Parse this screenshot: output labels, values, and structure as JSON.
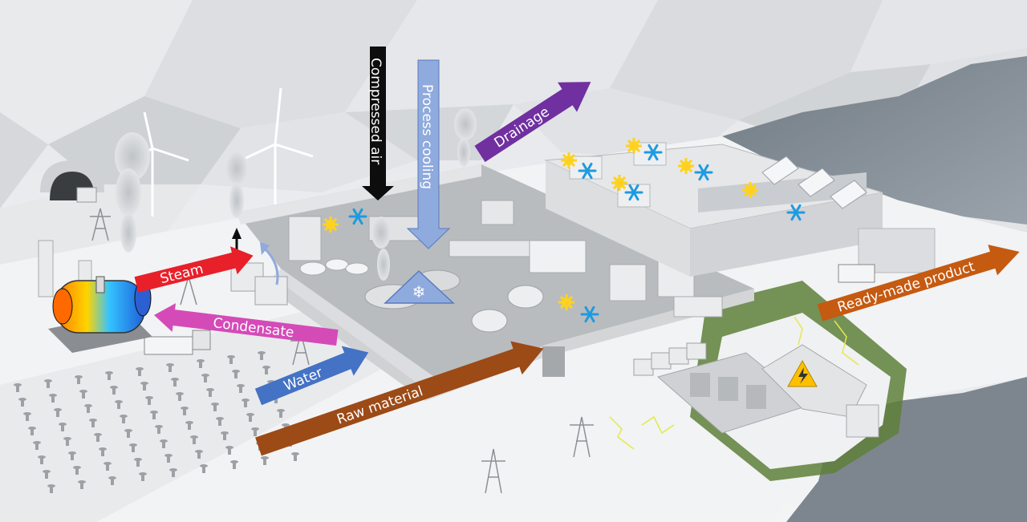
{
  "flows": {
    "steam": {
      "label": "Steam",
      "color": "#e8202a"
    },
    "condensate": {
      "label": "Condensate",
      "color": "#d44bb8"
    },
    "water": {
      "label": "Water",
      "color": "#4472c4"
    },
    "raw_material": {
      "label": "Raw material",
      "color": "#9c4a16"
    },
    "compressed_air": {
      "label": "Compressed air",
      "color": "#0d0d0d"
    },
    "process_cooling": {
      "label": "Process cooling",
      "color": "#8faadc"
    },
    "drainage": {
      "label": "Drainage",
      "color": "#7030a0"
    },
    "ready_made_product": {
      "label": "Ready-made product",
      "color": "#c55a11"
    }
  },
  "icons": {
    "heat": {
      "name": "sun-icon",
      "color": "#ffd21f"
    },
    "cold": {
      "name": "snowflake-icon",
      "color": "#1e9be0"
    },
    "electric": {
      "name": "lightning-warning-icon",
      "color": "#ffc000"
    }
  }
}
